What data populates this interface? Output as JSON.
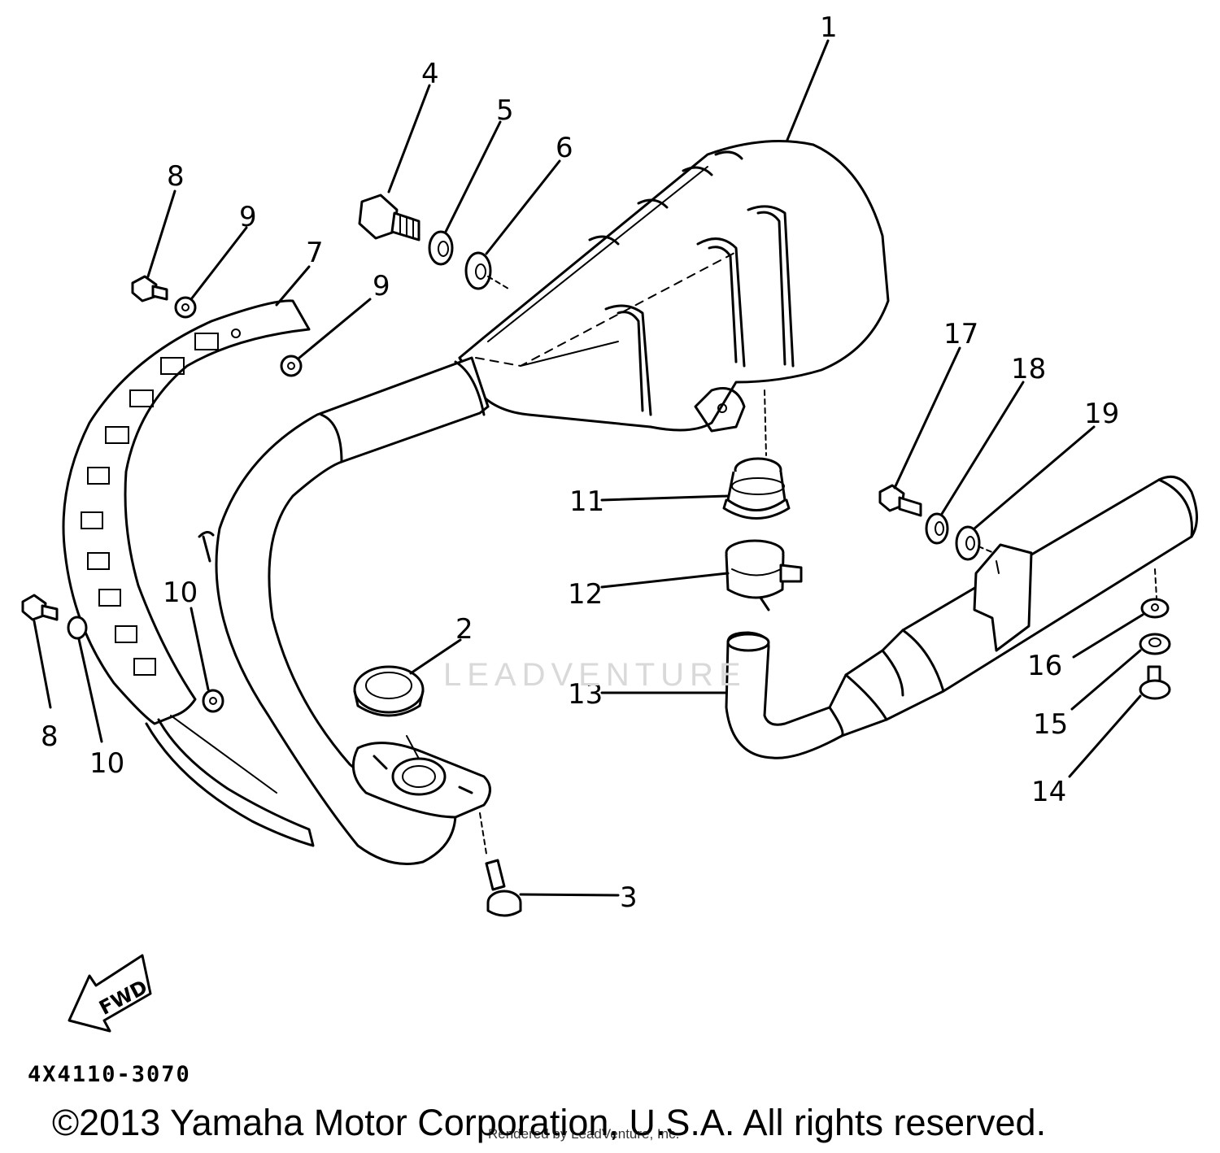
{
  "diagram": {
    "callouts": [
      {
        "id": "c1",
        "label": "1"
      },
      {
        "id": "c2",
        "label": "2"
      },
      {
        "id": "c3",
        "label": "3"
      },
      {
        "id": "c4",
        "label": "4"
      },
      {
        "id": "c5",
        "label": "5"
      },
      {
        "id": "c6",
        "label": "6"
      },
      {
        "id": "c7",
        "label": "7"
      },
      {
        "id": "c8a",
        "label": "8"
      },
      {
        "id": "c8b",
        "label": "8"
      },
      {
        "id": "c9a",
        "label": "9"
      },
      {
        "id": "c9b",
        "label": "9"
      },
      {
        "id": "c10a",
        "label": "10"
      },
      {
        "id": "c10b",
        "label": "10"
      },
      {
        "id": "c11",
        "label": "11"
      },
      {
        "id": "c12",
        "label": "12"
      },
      {
        "id": "c13",
        "label": "13"
      },
      {
        "id": "c14",
        "label": "14"
      },
      {
        "id": "c15",
        "label": "15"
      },
      {
        "id": "c16",
        "label": "16"
      },
      {
        "id": "c17",
        "label": "17"
      },
      {
        "id": "c18",
        "label": "18"
      },
      {
        "id": "c19",
        "label": "19"
      }
    ],
    "direction_label": "FWD",
    "drawing_code": "4X4110-3070",
    "watermark": "LEADVENTURE"
  },
  "footer": {
    "copyright": "©2013 Yamaha Motor Corporation, U.S.A. All rights reserved.",
    "rendered_by": "Rendered by LeadVenture, Inc."
  },
  "colors": {
    "ink": "#000000",
    "background": "#ffffff",
    "watermark": "#d9d9d9"
  }
}
